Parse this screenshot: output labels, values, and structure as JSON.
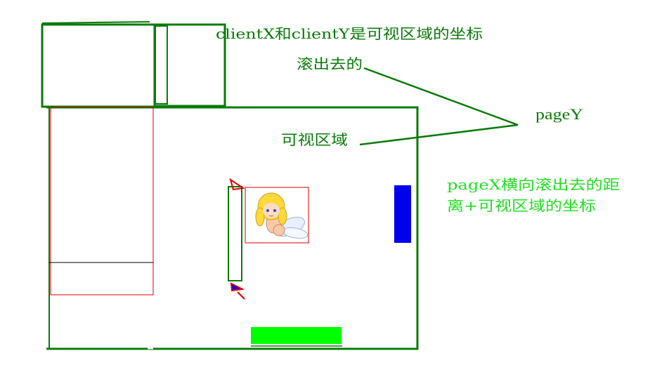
{
  "labels": {
    "client_coords": "clientX和clientY是可视区域的坐标",
    "scrolled_out": "滚出去的",
    "page_y": "pageY",
    "visible_area": "可视区域",
    "page_x_line1": "pageX横向滚出去的距",
    "page_x_line2": "离+可视区域的坐标"
  },
  "colors": {
    "outline_green": "#0a7a0a",
    "label_dark_green": "#0a7a0a",
    "label_bright_green": "#22dd22",
    "marker_red": "#dd0000",
    "thumb_blue": "#0000ee",
    "bar_green": "#00ff00",
    "divider_black": "#000000"
  },
  "icons": {
    "picture": "angel-picture",
    "scroll_up": "triangle-up-marker",
    "scroll_down": "triangle-down-marker"
  }
}
